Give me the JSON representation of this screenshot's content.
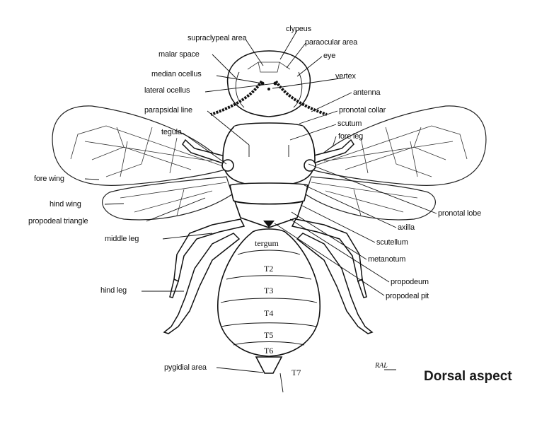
{
  "caption": "Dorsal aspect",
  "signature": "RAL",
  "labels": {
    "clypeus": "clypeus",
    "supraclypeal_area": "supraclypeal area",
    "paraocular_area": "paraocular area",
    "malar_space": "malar space",
    "eye": "eye",
    "median_ocellus": "median ocellus",
    "vertex": "vertex",
    "lateral_ocellus": "lateral ocellus",
    "antenna": "antenna",
    "parapsidal_line": "parapsidal line",
    "pronotal_collar": "pronotal collar",
    "scutum": "scutum",
    "tegula": "tegula",
    "fore_leg": "fore leg",
    "fore_wing": "fore wing",
    "hind_wing": "hind wing",
    "pronotal_lobe": "pronotal lobe",
    "propodeal_triangle": "propodeal triangle",
    "axilla": "axilla",
    "middle_leg": "middle leg",
    "scutellum": "scutellum",
    "metanotum": "metanotum",
    "propodeum": "propodeum",
    "hind_leg": "hind leg",
    "propodeal_pit": "propodeal pit",
    "pygidial_area": "pygidial area"
  },
  "segments": {
    "t1": "tergum",
    "t2": "T2",
    "t3": "T3",
    "t4": "T4",
    "t5": "T5",
    "t6": "T6",
    "t7": "T7"
  }
}
